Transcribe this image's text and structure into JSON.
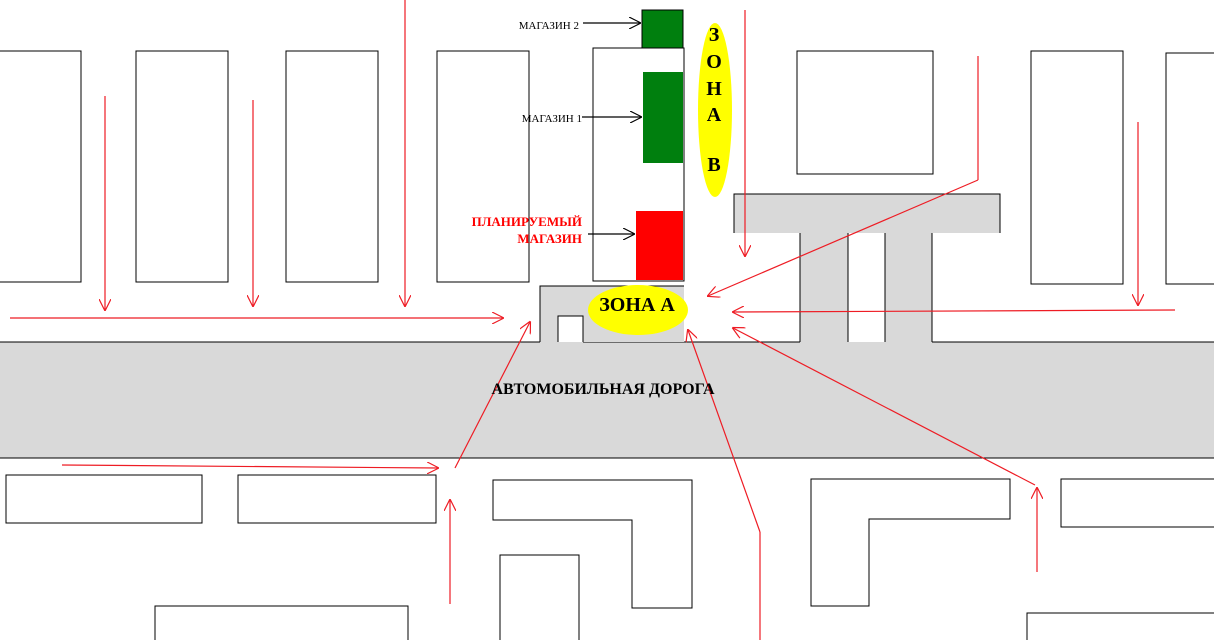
{
  "labels": {
    "road": "АВТОМОБИЛЬНАЯ ДОРОГА",
    "zone_a": "ЗОНА А",
    "zone_b_letters": [
      "З",
      "О",
      "Н",
      "А",
      "В"
    ],
    "store_2": "МАГАЗИН 2",
    "store_1": "МАГАЗИН 1",
    "planned_store_line1": "ПЛАНИРУЕМЫЙ",
    "planned_store_line2": "МАГАЗИН"
  },
  "colors": {
    "arrow": "#ee1c24",
    "road": "#d9d9d9",
    "store_existing": "#007f0e",
    "store_planned": "#ff0000",
    "zone": "#ffff00",
    "outline": "#000000",
    "planned_label": "#ff0000"
  }
}
